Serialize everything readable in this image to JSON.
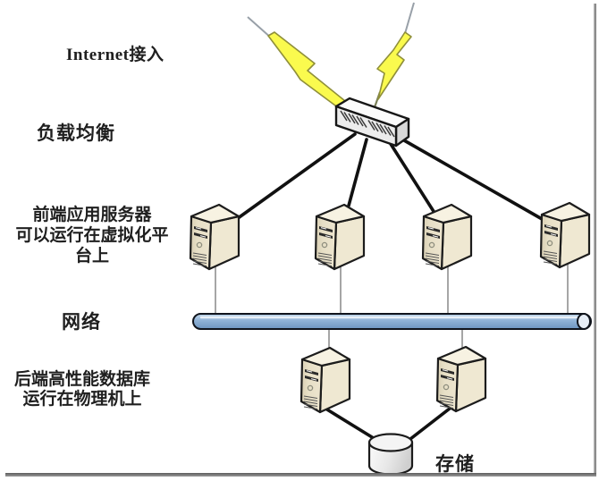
{
  "diagram": {
    "title_hint": "load-balanced web architecture diagram",
    "labels": {
      "internet_access": "Internet接入",
      "load_balancing": "负载均衡",
      "frontend_line1": "前端应用服务器",
      "frontend_line2": "可以运行在虚拟化平",
      "frontend_line3": "台上",
      "network": "网络",
      "backend_line1": "后端高性能数据库",
      "backend_line2": "运行在物理机上",
      "storage": "存储"
    },
    "nodes": {
      "load_balancer_count": 1,
      "frontend_server_count": 4,
      "backend_server_count": 2,
      "storage_count": 1,
      "lightning_bolt_count": 2
    },
    "colors": {
      "lightning_fill": "#fafa4e",
      "lightning_outline": "#8f8f3a",
      "network_bar_top": "#c3d7ea",
      "network_bar_bottom": "#6d94bf",
      "server_front": "#e7dfc6",
      "server_side": "#efe8d2",
      "server_top": "#f7f2e2",
      "outline": "#1c1c1c",
      "connector_grey": "#8f8f8f",
      "frame_border": "#787878"
    }
  }
}
